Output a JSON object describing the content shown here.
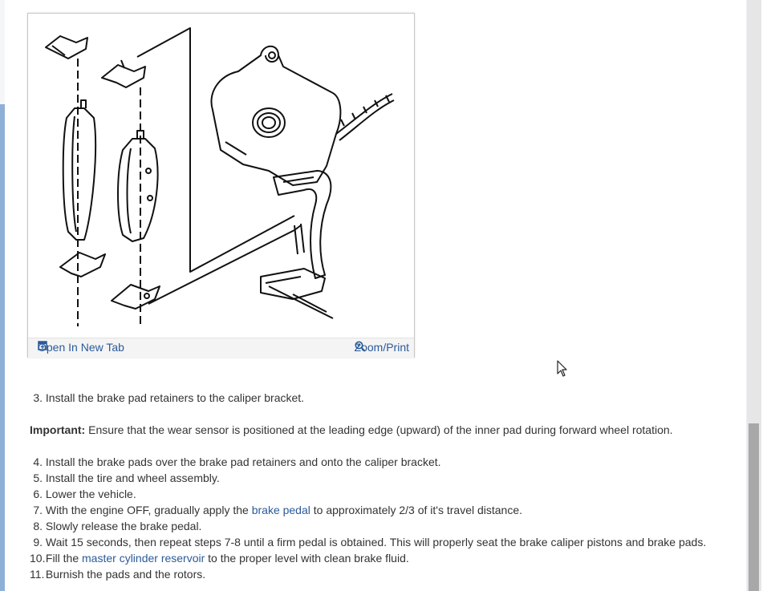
{
  "figure": {
    "open_link": "Open In New Tab",
    "zoom_link": "Zoom/Print",
    "open_icon": "open-tab-icon",
    "zoom_icon": "magnifier-icon"
  },
  "steps": [
    {
      "num": "3.",
      "text": "Install the brake pad retainers to the caliper bracket."
    },
    {
      "important_label": "Important:",
      "important_text": "Ensure that the wear sensor is positioned at the leading edge (upward) of the inner pad during forward wheel rotation."
    },
    {
      "num": "4.",
      "text": "Install the brake pads over the brake pad retainers and onto the caliper bracket."
    },
    {
      "num": "5.",
      "text": "Install the tire and wheel assembly."
    },
    {
      "num": "6.",
      "text": "Lower the vehicle."
    },
    {
      "num": "7.",
      "pre": "With the engine OFF, gradually apply the",
      "link": "brake pedal",
      "post": "to approximately 2/3 of it's travel distance."
    },
    {
      "num": "8.",
      "text": "Slowly release the brake pedal."
    },
    {
      "num": "9.",
      "text": "Wait 15 seconds, then repeat steps 7-8 until a firm pedal is obtained. This will properly seat the brake caliper pistons and brake pads."
    },
    {
      "num": "10.",
      "pre": "Fill the",
      "link": "master cylinder reservoir",
      "post": "to the proper level with clean brake fluid."
    },
    {
      "num": "11.",
      "text": "Burnish the pads and the rotors."
    }
  ],
  "colors": {
    "link": "#2a5a9a",
    "text": "#333333",
    "scroll_thumb": "#a8a8a8"
  }
}
